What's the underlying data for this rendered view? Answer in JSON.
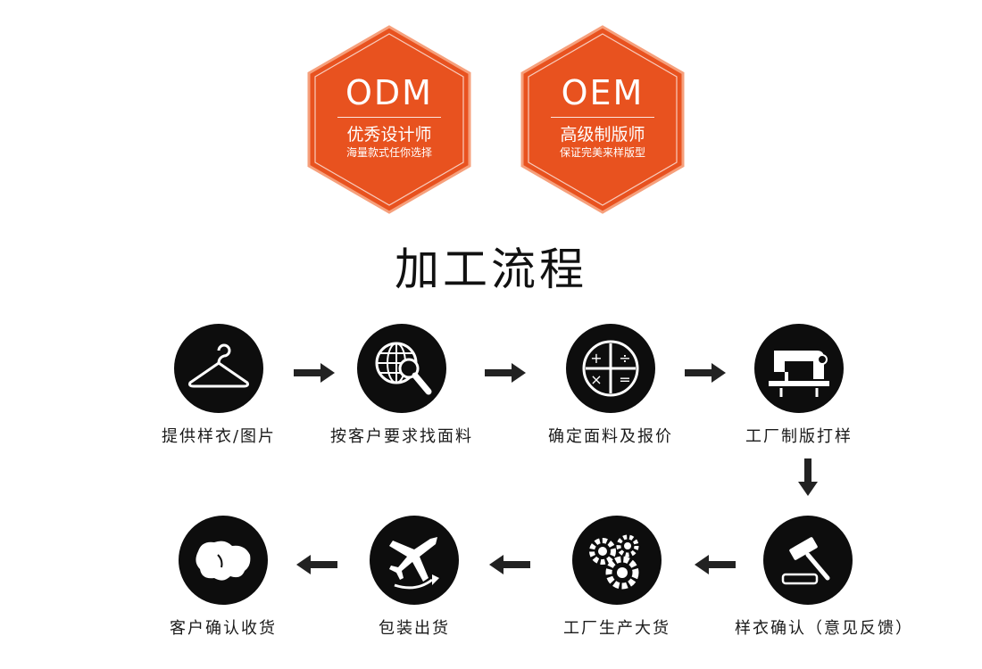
{
  "badges": [
    {
      "big": "ODM",
      "mid": "优秀设计师",
      "small": "海量款式任你选择",
      "color": "#e8521f"
    },
    {
      "big": "OEM",
      "mid": "高级制版师",
      "small": "保证完美来样版型",
      "color": "#e8521f"
    }
  ],
  "title": "加工流程",
  "steps": [
    {
      "label": "提供样衣/图片",
      "icon": "hanger-icon"
    },
    {
      "label": "按客户要求找面料",
      "icon": "globe-magnifier-icon"
    },
    {
      "label": "确定面料及报价",
      "icon": "calculator-icon"
    },
    {
      "label": "工厂制版打样",
      "icon": "sewing-machine-icon"
    },
    {
      "label": "样衣确认（意见反馈）",
      "icon": "gavel-icon"
    },
    {
      "label": "工厂生产大货",
      "icon": "gears-icon"
    },
    {
      "label": "包装出货",
      "icon": "airplane-icon"
    },
    {
      "label": "客户确认收货",
      "icon": "map-icon"
    }
  ]
}
